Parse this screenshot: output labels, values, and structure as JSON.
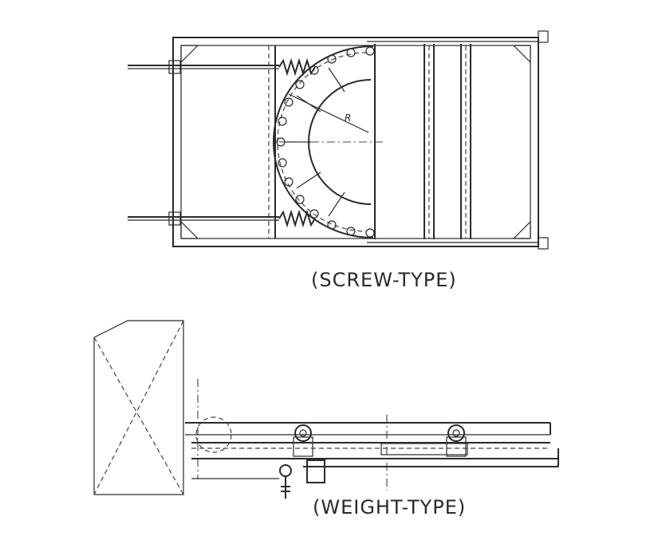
{
  "figures": [
    {
      "caption": "(SCREW-TYPE)",
      "radius_label": "R"
    },
    {
      "caption": "(WEIGHT-TYPE)"
    }
  ]
}
